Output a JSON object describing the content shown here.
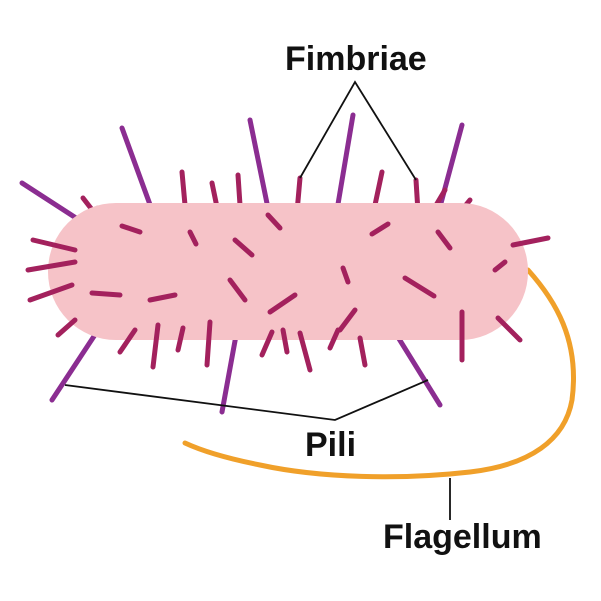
{
  "labels": {
    "fimbriae": "Fimbriae",
    "pili": "Pili",
    "flagellum": "Flagellum"
  },
  "colors": {
    "cell_body": "#f6c3c8",
    "fimbriae": "#a3215d",
    "pili": "#8b2d91",
    "flagellum": "#f0a02a",
    "leader_lines": "#111111",
    "background": "#ffffff"
  }
}
